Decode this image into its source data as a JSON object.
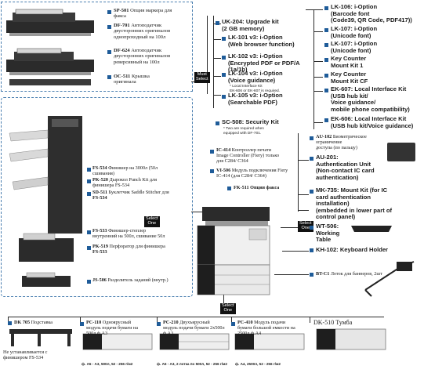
{
  "badges": {
    "must_select_top": [
      "Must",
      "Select"
    ],
    "select_one_left": [
      "Select",
      "One"
    ],
    "select_one_right": [
      "Select",
      "One"
    ],
    "select_one_bottom": [
      "Select",
      "One"
    ]
  },
  "top_left": {
    "sp501": {
      "code": "SP-501",
      "text": [
        "Опция маркера для",
        "факса"
      ]
    },
    "df701": {
      "code": "DF-701",
      "text": [
        "Автоподатчик",
        "двусторонних оригиналов",
        "однопроходный на 100л"
      ]
    },
    "df624": {
      "code": "DF-624",
      "text": [
        "Автоподатчик",
        "двусторонних оригиналов",
        "реверсивный на 100л"
      ]
    },
    "oc511": {
      "code": "OC-511",
      "text": [
        "Крышка",
        "оригинала"
      ]
    }
  },
  "top_middle": {
    "uk204": {
      "code": "UK-204:",
      "text": [
        "Upgrade kit",
        "(2 GB memory)"
      ]
    },
    "lk101": {
      "code": "LK-101 v3:",
      "text": [
        "i-Option",
        "(Web browser function)"
      ]
    },
    "lk102": {
      "code": "LK-102 v3:",
      "text": [
        "i-Option",
        "(Encrypted PDF or PDF/A (1a/1b)"
      ]
    },
    "lk104": {
      "code": "LK-104 v3:",
      "text": [
        "i-Option",
        "(Voice guidance)"
      ]
    },
    "lk104_note": [
      "* Local Interface Kit",
      "EK-606 or EK-607 is required."
    ],
    "lk105": {
      "code": "LK-105 v3:",
      "text": [
        "i-Option",
        "(Searchable PDF)"
      ]
    }
  },
  "top_right": {
    "lk106": {
      "code": "LK-106:",
      "text": [
        "i-Option",
        "(Barcode font",
        "(Code39, QR Code, PDF417))"
      ]
    },
    "lk107": {
      "code": "LK-107:",
      "text": [
        "i-Option",
        "(Unicode font)"
      ]
    },
    "lk107b": {
      "code": "LK-107:",
      "text": [
        "i-Option",
        "(Unicode font)"
      ]
    },
    "key1": {
      "text": [
        "Key Counter",
        "Mount Kit 1"
      ]
    },
    "key2": {
      "text": [
        "Key Counter",
        "Mount Kit CF"
      ]
    },
    "ek607": {
      "code": "EK-607:",
      "text": [
        "Local Interface Kit",
        "(USB hub kit/",
        "Voice guidance/",
        "mobile phone compatibility)"
      ]
    },
    "ek606": {
      "code": "EK-606:",
      "text": [
        "Local Interface Kit",
        "(USB hub kit/Voice guidance)"
      ]
    }
  },
  "security": {
    "sc508": {
      "code": "SC-508:",
      "text": [
        "Security Kit"
      ]
    },
    "note": [
      "* Two are required when",
      "equipped with DF-701."
    ]
  },
  "middle": {
    "ic414a": {
      "code": "IC-414",
      "text": [
        "Контроллер печати",
        "Image Controller (Fiery) только",
        "для C284/ C364"
      ]
    },
    "vi506": {
      "code": "VI-506",
      "text": [
        "Модуль подключения Fiery"
      ]
    },
    "ic414b": {
      "code": "IC-414",
      "text": [
        "(для C284/ C364)"
      ]
    },
    "fk511": {
      "code": "FK-511",
      "text": [
        "Опция факса"
      ]
    }
  },
  "right_mid": {
    "au102": {
      "code": "AU-102",
      "text": [
        "Биометрическое ограничение",
        "доступа (по пальцу)"
      ]
    },
    "au201": {
      "code": "AU-201:",
      "text": [
        "Authentication Unit",
        "(Non-contact IC card",
        "authentication)"
      ]
    },
    "mk735": {
      "code": "MK-735:",
      "text": [
        "Mount Kit (for IC",
        "card authentication",
        "installation)",
        "(embedded in lower part of",
        "control panel)"
      ]
    },
    "wt506": {
      "code": "WT-506:",
      "text": [
        "Working Table"
      ]
    },
    "kh102": {
      "code": "KH-102:",
      "text": [
        "Keyboard Holder"
      ]
    },
    "bt": {
      "code": "BT-C1",
      "text": [
        "Лоток для баннеров, 2шт"
      ]
    }
  },
  "left_finisher": {
    "fs534": {
      "code": "FS-534",
      "text": [
        "Финишер на 3000л (50л",
        "сшивания)"
      ]
    },
    "pk520": {
      "code": "PK-520",
      "text": [
        "Дырокол Punch Kit для",
        "финишера FS-534"
      ]
    },
    "sd511": {
      "code": "SD-511",
      "text": [
        "Буклетчик Saddle Stitcher для",
        "FS-534"
      ]
    },
    "fs533": {
      "code": "FS-533",
      "text": [
        "Финишер-степлер",
        "внутренний на 500л, сшивание 50л"
      ]
    },
    "pk519": {
      "code": "PK-519",
      "text": [
        "Перфоратор для финишера",
        "FS-533"
      ]
    },
    "js506": {
      "code": "JS-506",
      "text": [
        "Разделитель заданий (внутр.)"
      ]
    }
  },
  "bottom": {
    "dk705": {
      "code": "DK 705",
      "text": [
        "Подставка"
      ]
    },
    "dk705_note": [
      "Не устанавливается с",
      "финишером FS-534"
    ],
    "pc110": {
      "code": "PC-110",
      "text": [
        "Одноярусный",
        "модуль подачи бумаги на",
        "500л ф.А3"
      ]
    },
    "pc110_spec": "ф. А5 - А3, 500л, 52 - 256 г/м2",
    "pc210": {
      "code": "PC-210",
      "text": [
        "Двухъярусный",
        "модуль подачи бумаги 2х500л",
        "ф.А3"
      ]
    },
    "pc210_spec": "ф. А5 - А3, 2 лотка по 500л, 52 - 256 г/м2",
    "pc410": {
      "code": "PC-410",
      "text": [
        "Модуль подачи",
        "бумаги большой емкости на",
        "2500л ф.А4"
      ]
    },
    "pc410_spec": "ф. А4, 2500л, 52 - 256 г/м2",
    "dk510": {
      "text": [
        "DK-510 Тумба"
      ]
    }
  }
}
